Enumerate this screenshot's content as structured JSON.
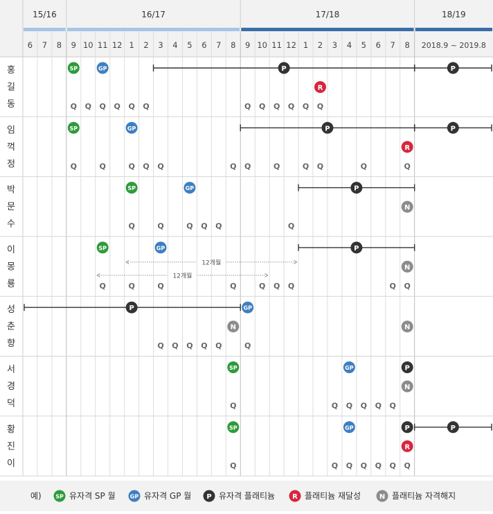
{
  "chart_data": {
    "type": "timeline",
    "seasons": [
      {
        "label": "15/16",
        "months": [
          6,
          7,
          8
        ]
      },
      {
        "label": "16/17",
        "months": [
          9,
          10,
          11,
          12,
          1,
          2,
          3,
          4,
          5,
          6,
          7,
          8
        ]
      },
      {
        "label": "17/18",
        "months": [
          9,
          10,
          11,
          12,
          1,
          2,
          3,
          4,
          5,
          6,
          7,
          8
        ]
      },
      {
        "label": "18/19",
        "months": [
          "2018.9 ~ 2019.8"
        ]
      }
    ],
    "players": [
      {
        "name": [
          "홍",
          "길",
          "동"
        ],
        "events": [
          {
            "type": "SP",
            "month": "2016-09"
          },
          {
            "type": "GP",
            "month": "2016-11"
          },
          {
            "type": "R",
            "month": "2018-02"
          }
        ],
        "spans": [
          {
            "type": "P",
            "from": "2017-03",
            "to": "2018-08"
          },
          {
            "type": "P",
            "from": "2018-09",
            "to": "2019-08"
          }
        ],
        "q": [
          "2016-09",
          "2016-10",
          "2016-11",
          "2016-12",
          "2017-01",
          "2017-02",
          "2017-09",
          "2017-10",
          "2017-11",
          "2017-12",
          "2018-01",
          "2018-02"
        ]
      },
      {
        "name": [
          "임",
          "꺽",
          "정"
        ],
        "events": [
          {
            "type": "SP",
            "month": "2016-09"
          },
          {
            "type": "GP",
            "month": "2017-01"
          },
          {
            "type": "R",
            "month": "2018-08"
          }
        ],
        "spans": [
          {
            "type": "P",
            "from": "2017-09",
            "to": "2018-08"
          },
          {
            "type": "P",
            "from": "2018-09",
            "to": "2019-08"
          }
        ],
        "q": [
          "2016-09",
          "2016-11",
          "2017-01",
          "2017-02",
          "2017-03",
          "2017-08",
          "2017-09",
          "2017-11",
          "2018-01",
          "2018-02",
          "2018-05",
          "2018-08"
        ]
      },
      {
        "name": [
          "박",
          "문",
          "수"
        ],
        "events": [
          {
            "type": "SP",
            "month": "2017-01"
          },
          {
            "type": "GP",
            "month": "2017-05"
          },
          {
            "type": "N",
            "month": "2018-08"
          }
        ],
        "spans": [
          {
            "type": "P",
            "from": "2018-01",
            "to": "2018-08"
          }
        ],
        "q": [
          "2017-01",
          "2017-03",
          "2017-05",
          "2017-06",
          "2017-07",
          "2017-12"
        ]
      },
      {
        "name": [
          "이",
          "몽",
          "룡"
        ],
        "events": [
          {
            "type": "SP",
            "month": "2016-11"
          },
          {
            "type": "GP",
            "month": "2017-03"
          },
          {
            "type": "N",
            "month": "2018-08"
          }
        ],
        "spans": [
          {
            "type": "P",
            "from": "2018-01",
            "to": "2018-08"
          }
        ],
        "periods": [
          {
            "label": "12개월",
            "from": "2017-01",
            "to": "2017-12"
          },
          {
            "label": "12개월",
            "from": "2016-11",
            "to": "2017-10"
          }
        ],
        "q": [
          "2016-11",
          "2017-01",
          "2017-03",
          "2017-08",
          "2017-10",
          "2017-11",
          "2017-12",
          "2018-07",
          "2018-08"
        ]
      },
      {
        "name": [
          "성",
          "춘",
          "향"
        ],
        "events": [
          {
            "type": "GP",
            "month": "2017-09"
          },
          {
            "type": "N",
            "month": "2017-08"
          },
          {
            "type": "N",
            "month": "2018-08"
          }
        ],
        "spans": [
          {
            "type": "P",
            "from": "2016-06",
            "to": "2017-08",
            "pMonth": "2017-01",
            "open": true
          }
        ],
        "q": [
          "2017-03",
          "2017-04",
          "2017-05",
          "2017-06",
          "2017-07",
          "2017-09"
        ]
      },
      {
        "name": [
          "서",
          "경",
          "덕"
        ],
        "events": [
          {
            "type": "SP",
            "month": "2017-08"
          },
          {
            "type": "GP",
            "month": "2018-04"
          },
          {
            "type": "P",
            "month": "2018-08"
          },
          {
            "type": "N",
            "month": "2018-08",
            "level": 1
          }
        ],
        "spans": [],
        "q": [
          "2017-08",
          "2018-03",
          "2018-04",
          "2018-05",
          "2018-06",
          "2018-07"
        ]
      },
      {
        "name": [
          "황",
          "진",
          "이"
        ],
        "events": [
          {
            "type": "SP",
            "month": "2017-08"
          },
          {
            "type": "GP",
            "month": "2018-04"
          },
          {
            "type": "P",
            "month": "2018-08"
          },
          {
            "type": "R",
            "month": "2018-08",
            "level": 1
          }
        ],
        "spans": [
          {
            "type": "P",
            "from": "2018-09",
            "to": "2019-08"
          }
        ],
        "q": [
          "2017-08",
          "2018-03",
          "2018-04",
          "2018-05",
          "2018-06",
          "2018-07",
          "2018-08"
        ]
      }
    ],
    "marker_letter": {
      "SP": "SP",
      "GP": "GP",
      "P": "P",
      "R": "R",
      "N": "N"
    },
    "q_label": "Q",
    "colors": {
      "SP": "#2e9b3b",
      "GP": "#3f7fbf",
      "P": "#333333",
      "R": "#d7263d",
      "N": "#8c8c8c",
      "grid": "#dddddd",
      "q": "#666666",
      "season_bar_light": "#a7c5e6",
      "season_bar_dark": "#3a6ea8",
      "header_bg": "#f2f2f2",
      "legend_bg": "#f2f2f2"
    }
  },
  "legend": {
    "prefix": "예)",
    "items": [
      {
        "type": "SP",
        "label": "유자격 SP 월"
      },
      {
        "type": "GP",
        "label": "유자격 GP 월"
      },
      {
        "type": "P",
        "label": "유자격 플래티늄"
      },
      {
        "type": "R",
        "label": "플래티늄 재달성"
      },
      {
        "type": "N",
        "label": "플래티늄 자격해지"
      }
    ]
  }
}
